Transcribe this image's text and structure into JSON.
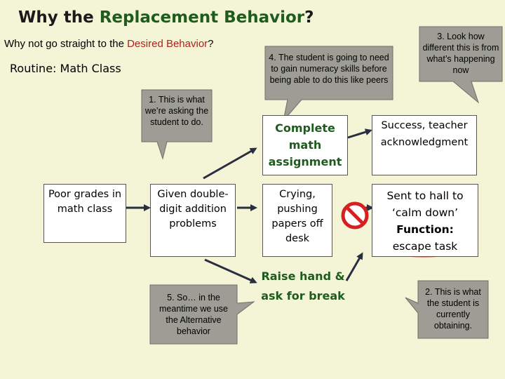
{
  "title": {
    "part1": "Why the ",
    "part2": "Replacement Behavior",
    "part3": "?"
  },
  "subtitle": {
    "part1": "Why not go straight to the ",
    "part2": "Desired Behavior",
    "part3": "?"
  },
  "routine": "Routine: Math Class",
  "bubbles": {
    "b1": "1. This is what we’re asking the student to do.",
    "b2": "2. This is what the student is currently obtaining.",
    "b3": "3. Look how different this is from what’s happening now",
    "b4": "4. The student is going to need to gain numeracy skills before being able to do this like peers",
    "b5": "5. So… in the meantime we use the Alternative behavior"
  },
  "nodes": {
    "setting": "Poor grades in math class",
    "antecedent": "Given double-digit addition problems",
    "desired": "Complete math assignment",
    "problem": "Crying, pushing papers off desk",
    "alternative": "Raise hand & ask for break",
    "desired_consequence": "Success, teacher acknowledgment",
    "consequence_line1": "Sent to hall to ‘calm down’",
    "function_label": "Function:",
    "function_value": "escape task"
  },
  "icons": {
    "no_symbol": "no-entry-icon"
  },
  "colors": {
    "accent_green": "#1e5c1e",
    "accent_red": "#b02020",
    "bubble_gray": "#9d9d95",
    "ellipse_red": "#e03030"
  }
}
